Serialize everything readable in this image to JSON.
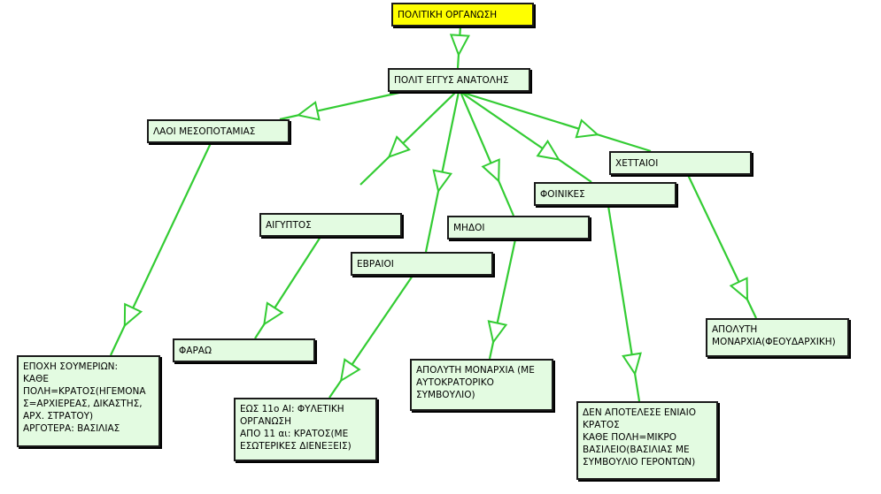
{
  "colors": {
    "edge": "#33cc33",
    "node_fill": "#e3fbe1",
    "root_fill": "#ffff00",
    "border": "#1a1a1a"
  },
  "nodes": {
    "root": "ΠΟΛΙΤΙΚΗ ΟΡΓΑΝΩΣΗ",
    "near_east": "ΠΟΛΙΤ ΕΓΓΥΣ ΑΝΑΤΟΛΗΣ",
    "mesopotamia": "ΛΑΟΙ ΜΕΣΟΠΟΤΑΜΙΑΣ",
    "egypt": "ΑΙΓΥΠΤΟΣ",
    "hebrews": "ΕΒΡΑΙΟΙ",
    "medes": "ΜΗΔΟΙ",
    "phoenicians": "ΦΟΙΝΙΚΕΣ",
    "hittites": "ΧΕΤΤΑΙΟΙ",
    "sumerians": "ΕΠΟΧΗ ΣΟΥΜΕΡΙΩΝ:\nΚΑΘΕ\nΠΟΛΗ=ΚΡΑΤΟΣ(ΗΓΕΜΟΝΑ\nΣ=ΑΡΧΙΕΡΕΑΣ, ΔΙΚΑΣΤΗΣ,\nΑΡΧ. ΣΤΡΑΤΟΥ)\nΑΡΓΟΤΕΡΑ: ΒΑΣΙΛΙΑΣ",
    "pharaoh": "ΦΑΡΑΩ",
    "hebrews_detail": "ΕΩΣ 11ο ΑΙ: ΦΥΛΕΤΙΚΗ\nΟΡΓΑΝΩΣΗ\nΑΠΟ 11 αι: ΚΡΑΤΟΣ(ΜΕ\nΕΣΩΤΕΡΙΚΕΣ ΔΙΕΝΕΞΕΙΣ)",
    "medes_detail": "ΑΠΟΛΥΤΗ ΜΟΝΑΡΧΙΑ (ΜΕ\nΑΥΤΟΚΡΑΤΟΡΙΚΟ\nΣΥΜΒΟΥΛΙΟ)",
    "phoenicians_detail": "ΔΕΝ ΑΠΟΤΕΛΕΣΕ ΕΝΙΑΙΟ\nΚΡΑΤΟΣ\nΚΑΘΕ ΠΟΛΗ=ΜΙΚΡΟ\nΒΑΣΙΛΕΙΟ(ΒΑΣΙΛΙΑΣ ΜΕ\nΣΥΜΒΟΥΛΙΟ ΓΕΡΟΝΤΩΝ)",
    "hittites_detail": "ΑΠΟΛΥΤΗ\nΜΟΝΑΡΧΙΑ(ΦΕΟΥΔΑΡΧΙΚΗ)"
  },
  "edges": [
    {
      "from": "root",
      "to": "near_east"
    },
    {
      "from": "near_east",
      "to": "mesopotamia"
    },
    {
      "from": "near_east",
      "to": "egypt"
    },
    {
      "from": "near_east",
      "to": "hebrews"
    },
    {
      "from": "near_east",
      "to": "medes"
    },
    {
      "from": "near_east",
      "to": "phoenicians"
    },
    {
      "from": "near_east",
      "to": "hittites"
    },
    {
      "from": "mesopotamia",
      "to": "sumerians"
    },
    {
      "from": "egypt",
      "to": "pharaoh"
    },
    {
      "from": "hebrews",
      "to": "hebrews_detail"
    },
    {
      "from": "medes",
      "to": "medes_detail"
    },
    {
      "from": "phoenicians",
      "to": "phoenicians_detail"
    },
    {
      "from": "hittites",
      "to": "hittites_detail"
    }
  ]
}
